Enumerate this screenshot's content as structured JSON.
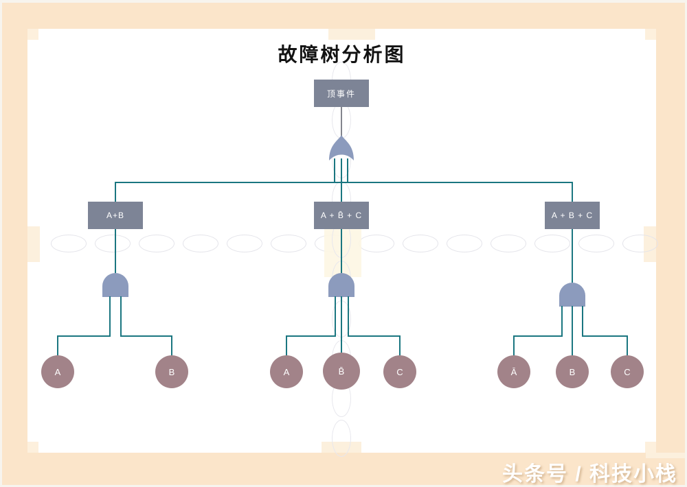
{
  "title": "故障树分析图",
  "watermark": "头条号 / 科技小栈",
  "colors": {
    "frame": "#fbe5ca",
    "node_box": "#7d8496",
    "gate": "#8c9bbd",
    "event_circle": "#a28389",
    "connector": "#1a7680"
  },
  "diagram": {
    "top_event": {
      "label": "顶事件",
      "gate": "or-gate"
    },
    "branches": [
      {
        "expr": "A+B",
        "gate": "and-gate",
        "events": [
          "A",
          "B"
        ]
      },
      {
        "expr": "A + B̄ + C",
        "gate": "and-gate",
        "events": [
          "A",
          "B̄",
          "C"
        ]
      },
      {
        "expr": "A + B + C",
        "gate": "and-gate",
        "events": [
          "Ā",
          "B",
          "C"
        ]
      }
    ]
  }
}
